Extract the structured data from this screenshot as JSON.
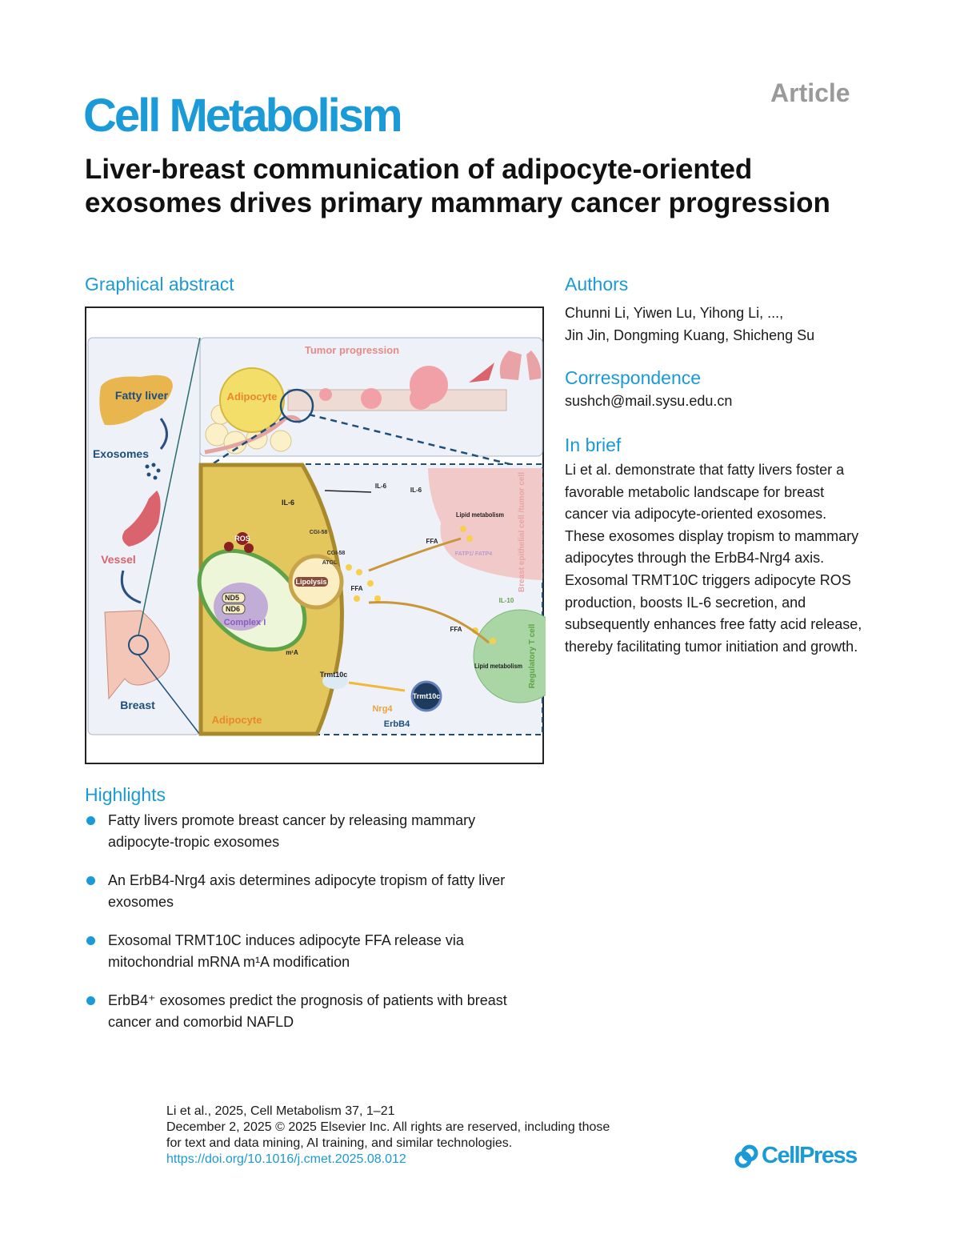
{
  "header": {
    "journal": "Cell Metabolism",
    "article_type": "Article"
  },
  "title": "Liver-breast communication of adipocyte-oriented exosomes drives primary mammary cancer progression",
  "graphical_abstract": {
    "heading": "Graphical abstract",
    "labels": {
      "fatty_liver": "Fatty liver",
      "exosomes": "Exosomes",
      "vessel": "Vessel",
      "breast": "Breast",
      "tumor_progression": "Tumor progression",
      "adipocyte_top": "Adipocyte",
      "il6_a": "IL-6",
      "il6_b": "IL-6",
      "il6_c": "IL-6",
      "ros": "ROS",
      "cgi58_a": "CGI-58",
      "cgi58_b": "CGI-58",
      "atgl": "ATGL",
      "lipolysis": "Lipolysis",
      "ffa_a": "FFA",
      "ffa_b": "FFA",
      "ffa_c": "FFA",
      "nd5": "ND5",
      "nd6": "ND6",
      "complex_i": "Complex I",
      "m1a": "m¹A",
      "trmt10c_a": "Trmt10c",
      "trmt10c_b": "Trmt10c",
      "nrg4": "Nrg4",
      "erbb4": "ErbB4",
      "adipocyte_bottom": "Adipocyte",
      "lipid_metabolism_a": "Lipid metabolism",
      "fatp": "FATP1/ FATP4",
      "breast_epithelial": "Breast epithelial cell /tumor cell",
      "il10": "IL-10",
      "lipid_metabolism_b": "Lipid metabolism",
      "treg": "Regulatory T cell"
    }
  },
  "authors": {
    "heading": "Authors",
    "line1": "Chunni Li, Yiwen Lu, Yihong Li, ...,",
    "line2": "Jin Jin, Dongming Kuang, Shicheng Su"
  },
  "correspondence": {
    "heading": "Correspondence",
    "email": "sushch@mail.sysu.edu.cn"
  },
  "in_brief": {
    "heading": "In brief",
    "text": "Li et al. demonstrate that fatty livers foster a favorable metabolic landscape for breast cancer via adipocyte-oriented exosomes. These exosomes display tropism to mammary adipocytes through the ErbB4-Nrg4 axis. Exosomal TRMT10C triggers adipocyte ROS production, boosts IL-6 secretion, and subsequently enhances free fatty acid release, thereby facilitating tumor initiation and growth."
  },
  "highlights": {
    "heading": "Highlights",
    "items": [
      "Fatty livers promote breast cancer by releasing mammary adipocyte-tropic exosomes",
      "An ErbB4-Nrg4 axis determines adipocyte tropism of fatty liver exosomes",
      "Exosomal TRMT10C induces adipocyte FFA release via mitochondrial mRNA m¹A modification",
      "ErbB4⁺ exosomes predict the prognosis of patients with breast cancer and comorbid NAFLD"
    ]
  },
  "footer": {
    "citation": "Li et al., 2025, Cell Metabolism 37, 1–21",
    "copyright": "December 2, 2025 © 2025 Elsevier Inc. All rights are reserved, including those",
    "copyright2": "for text and data mining, AI training, and similar technologies.",
    "doi": "https://doi.org/10.1016/j.cmet.2025.08.012",
    "publisher": "CellPress"
  },
  "colors": {
    "accent": "#1a9ad6",
    "title": "#111111",
    "article_label": "#9a9a9a"
  }
}
